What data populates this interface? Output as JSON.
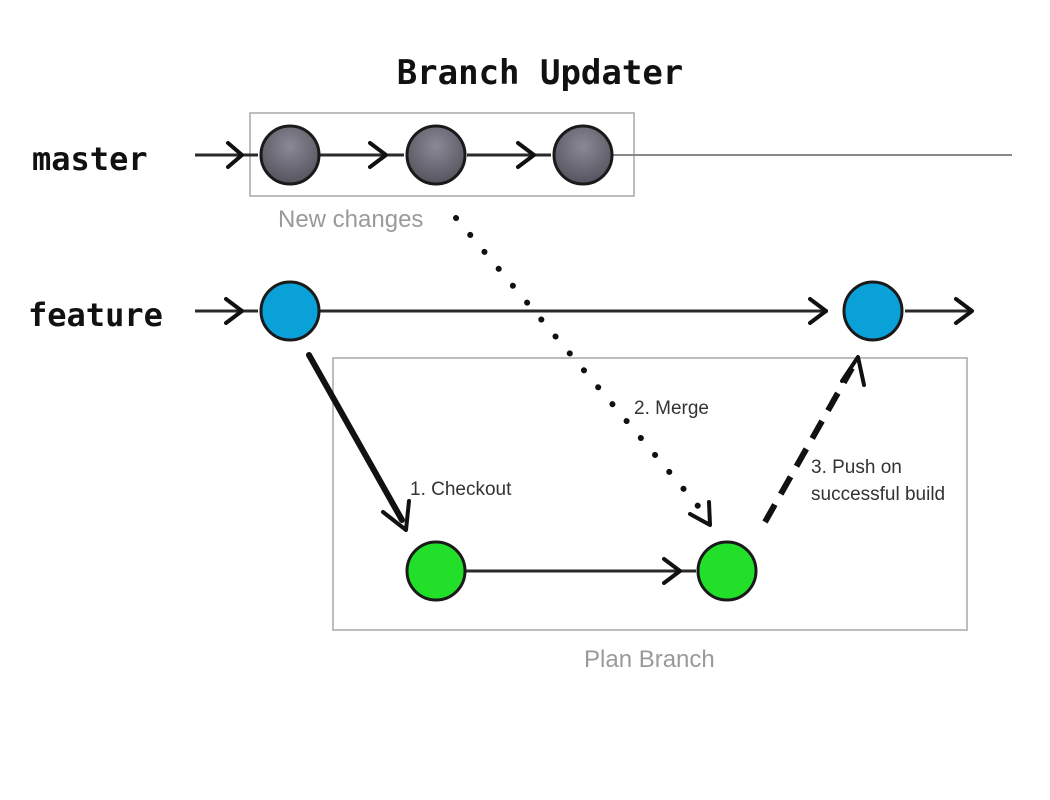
{
  "title": "Branch Updater",
  "branches": {
    "master": "master",
    "feature": "feature"
  },
  "labels": {
    "new_changes": "New changes",
    "plan_branch": "Plan Branch",
    "step1": "1. Checkout",
    "step2": "2. Merge",
    "step3_line1": "3. Push on",
    "step3_line2": "successful build"
  },
  "colors": {
    "master_node": "#55535e",
    "feature_node": "#0aa0d8",
    "plan_node": "#22e02a"
  }
}
